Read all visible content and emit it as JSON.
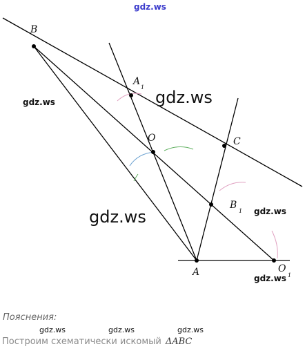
{
  "watermarks": {
    "top": "gdz.ws",
    "mid_large": "gdz.ws",
    "left_small": "gdz.ws",
    "center_large": "gdz.ws",
    "right_small_1": "gdz.ws",
    "right_small_2": "gdz.ws",
    "bottom_1": "gdz.ws",
    "bottom_2": "gdz.ws",
    "bottom_3": "gdz.ws"
  },
  "points": {
    "B": "B",
    "A1": "A",
    "A1_sub": "1",
    "O": "O",
    "C": "C",
    "B1": "B",
    "B1_sub": "1",
    "A": "A",
    "O1": "O",
    "O1_sub": "1"
  },
  "explanation": {
    "title": "Пояснения:",
    "text": "Построим схематически искомый",
    "math": "ΔABC"
  },
  "colors": {
    "lines": "#000000",
    "arc_pink": "#e0a0c0",
    "arc_blue": "#6aa0d0",
    "arc_green": "#60b060"
  }
}
